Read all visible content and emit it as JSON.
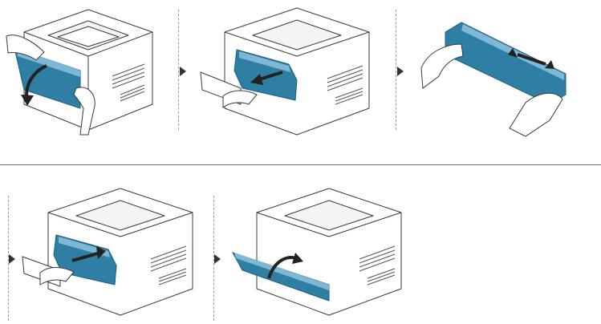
{
  "colors": {
    "accent": "#2f7ea3",
    "accent_dark": "#1f5f7f",
    "line": "#3a3a3a",
    "printer_body": "#ffffff",
    "divider": "#7a7a7a"
  },
  "icons": {
    "step_marker": "triangle-right-icon",
    "motion_arrow": "curved-arrow-icon",
    "shake_arrow": "double-arrow-icon"
  },
  "steps": [
    {
      "action": "open-front-cover"
    },
    {
      "action": "remove-toner-cartridge"
    },
    {
      "action": "shake-toner-cartridge"
    },
    {
      "action": "reinsert-toner-cartridge"
    },
    {
      "action": "close-front-cover"
    }
  ]
}
